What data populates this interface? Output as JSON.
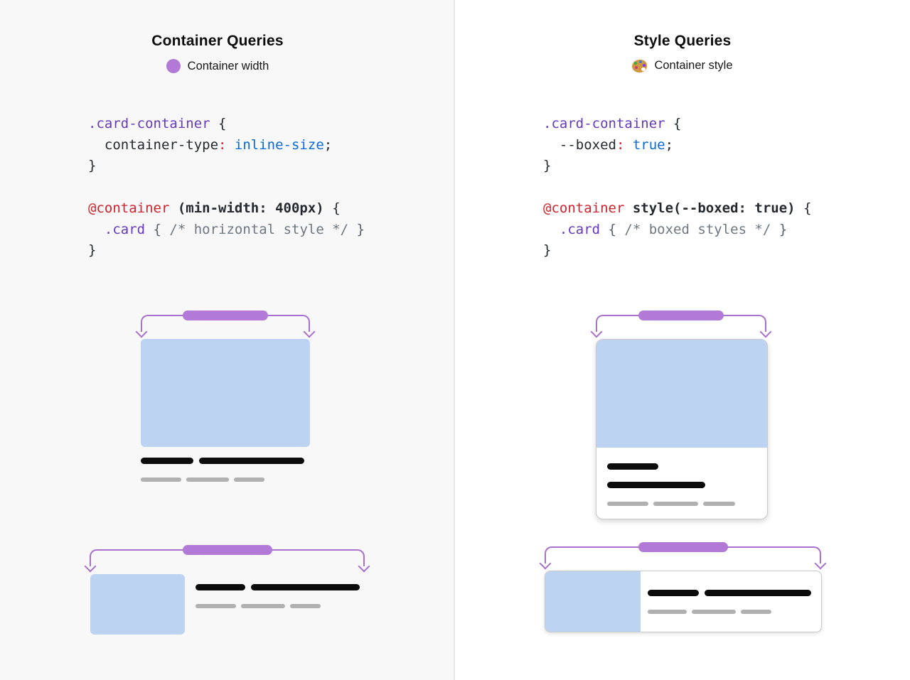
{
  "panels": [
    {
      "title": "Container Queries",
      "legend_label": "Container width",
      "legend_icon": "purple-circle",
      "code": [
        [
          {
            "t": ".card-container",
            "c": "purple"
          },
          {
            "t": " {",
            "c": "plain"
          }
        ],
        [
          {
            "t": "  container-type",
            "c": "plain"
          },
          {
            "t": ":",
            "c": "red"
          },
          {
            "t": " inline-size",
            "c": "blue"
          },
          {
            "t": ";",
            "c": "plain"
          }
        ],
        [
          {
            "t": "}",
            "c": "plain"
          }
        ],
        [],
        [
          {
            "t": "@container",
            "c": "red"
          },
          {
            "t": " ",
            "c": "plain"
          },
          {
            "t": "(min-width: 400px)",
            "c": "bold"
          },
          {
            "t": " {",
            "c": "plain"
          }
        ],
        [
          {
            "t": "  .card",
            "c": "purple"
          },
          {
            "t": " ",
            "c": "plain"
          },
          {
            "t": "{",
            "c": "gray"
          },
          {
            "t": " /* horizontal style */",
            "c": "comment"
          },
          {
            "t": " }",
            "c": "gray"
          }
        ],
        [
          {
            "t": "}",
            "c": "plain"
          }
        ]
      ]
    },
    {
      "title": "Style Queries",
      "legend_label": "Container style",
      "legend_icon": "palette",
      "code": [
        [
          {
            "t": ".card-container",
            "c": "purple"
          },
          {
            "t": " {",
            "c": "plain"
          }
        ],
        [
          {
            "t": "  --boxed",
            "c": "plain"
          },
          {
            "t": ":",
            "c": "red"
          },
          {
            "t": " true",
            "c": "blue"
          },
          {
            "t": ";",
            "c": "plain"
          }
        ],
        [
          {
            "t": "}",
            "c": "plain"
          }
        ],
        [],
        [
          {
            "t": "@container",
            "c": "red"
          },
          {
            "t": " ",
            "c": "plain"
          },
          {
            "t": "style(--boxed: true)",
            "c": "bold"
          },
          {
            "t": " {",
            "c": "plain"
          }
        ],
        [
          {
            "t": "  .card",
            "c": "purple"
          },
          {
            "t": " ",
            "c": "plain"
          },
          {
            "t": "{",
            "c": "gray"
          },
          {
            "t": " /* boxed styles */",
            "c": "comment"
          },
          {
            "t": " }",
            "c": "gray"
          }
        ],
        [
          {
            "t": "}",
            "c": "plain"
          }
        ]
      ]
    }
  ],
  "colors": {
    "accent": "#b27ad6",
    "bracket": "#a871cf",
    "card_blue": "#bdd3f2",
    "bar_black": "#0c0c0c",
    "bar_gray": "#b0b0b0",
    "panel_left_bg": "#f8f8f8",
    "panel_right_bg": "#ffffff",
    "divider": "#e8e8e9",
    "ink": "#0d0d0d",
    "code_plain": "#24292f",
    "code_red": "#cf222e",
    "code_blue": "#0969da",
    "code_purple": "#6639ba",
    "code_comment": "#6e7781",
    "code_gray": "#57606a",
    "boxed_card_border": "#c9c9c9",
    "boxed_card_bg": "#ffffff"
  }
}
